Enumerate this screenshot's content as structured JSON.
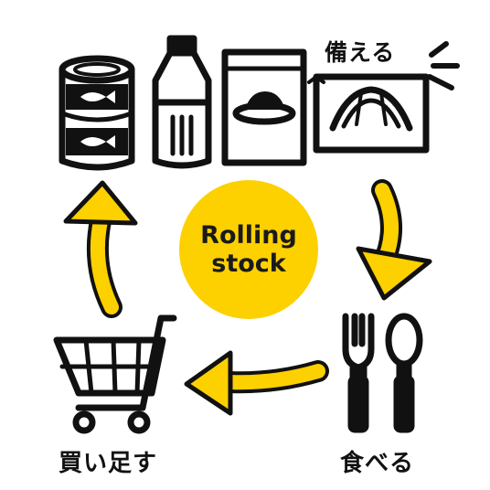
{
  "center": {
    "line1": "Rolling",
    "line2": "stock"
  },
  "labels": {
    "prepare": "備える",
    "eat": "食べる",
    "buy": "買い足す"
  },
  "colors": {
    "accent": "#fdd000",
    "ink": "#111111",
    "background": "#ffffff"
  },
  "icons": [
    "canned-fish-icon",
    "water-bottle-icon",
    "retort-curry-pouch-icon",
    "packaged-bread-icon",
    "fork-icon",
    "spoon-icon",
    "shopping-cart-icon"
  ]
}
